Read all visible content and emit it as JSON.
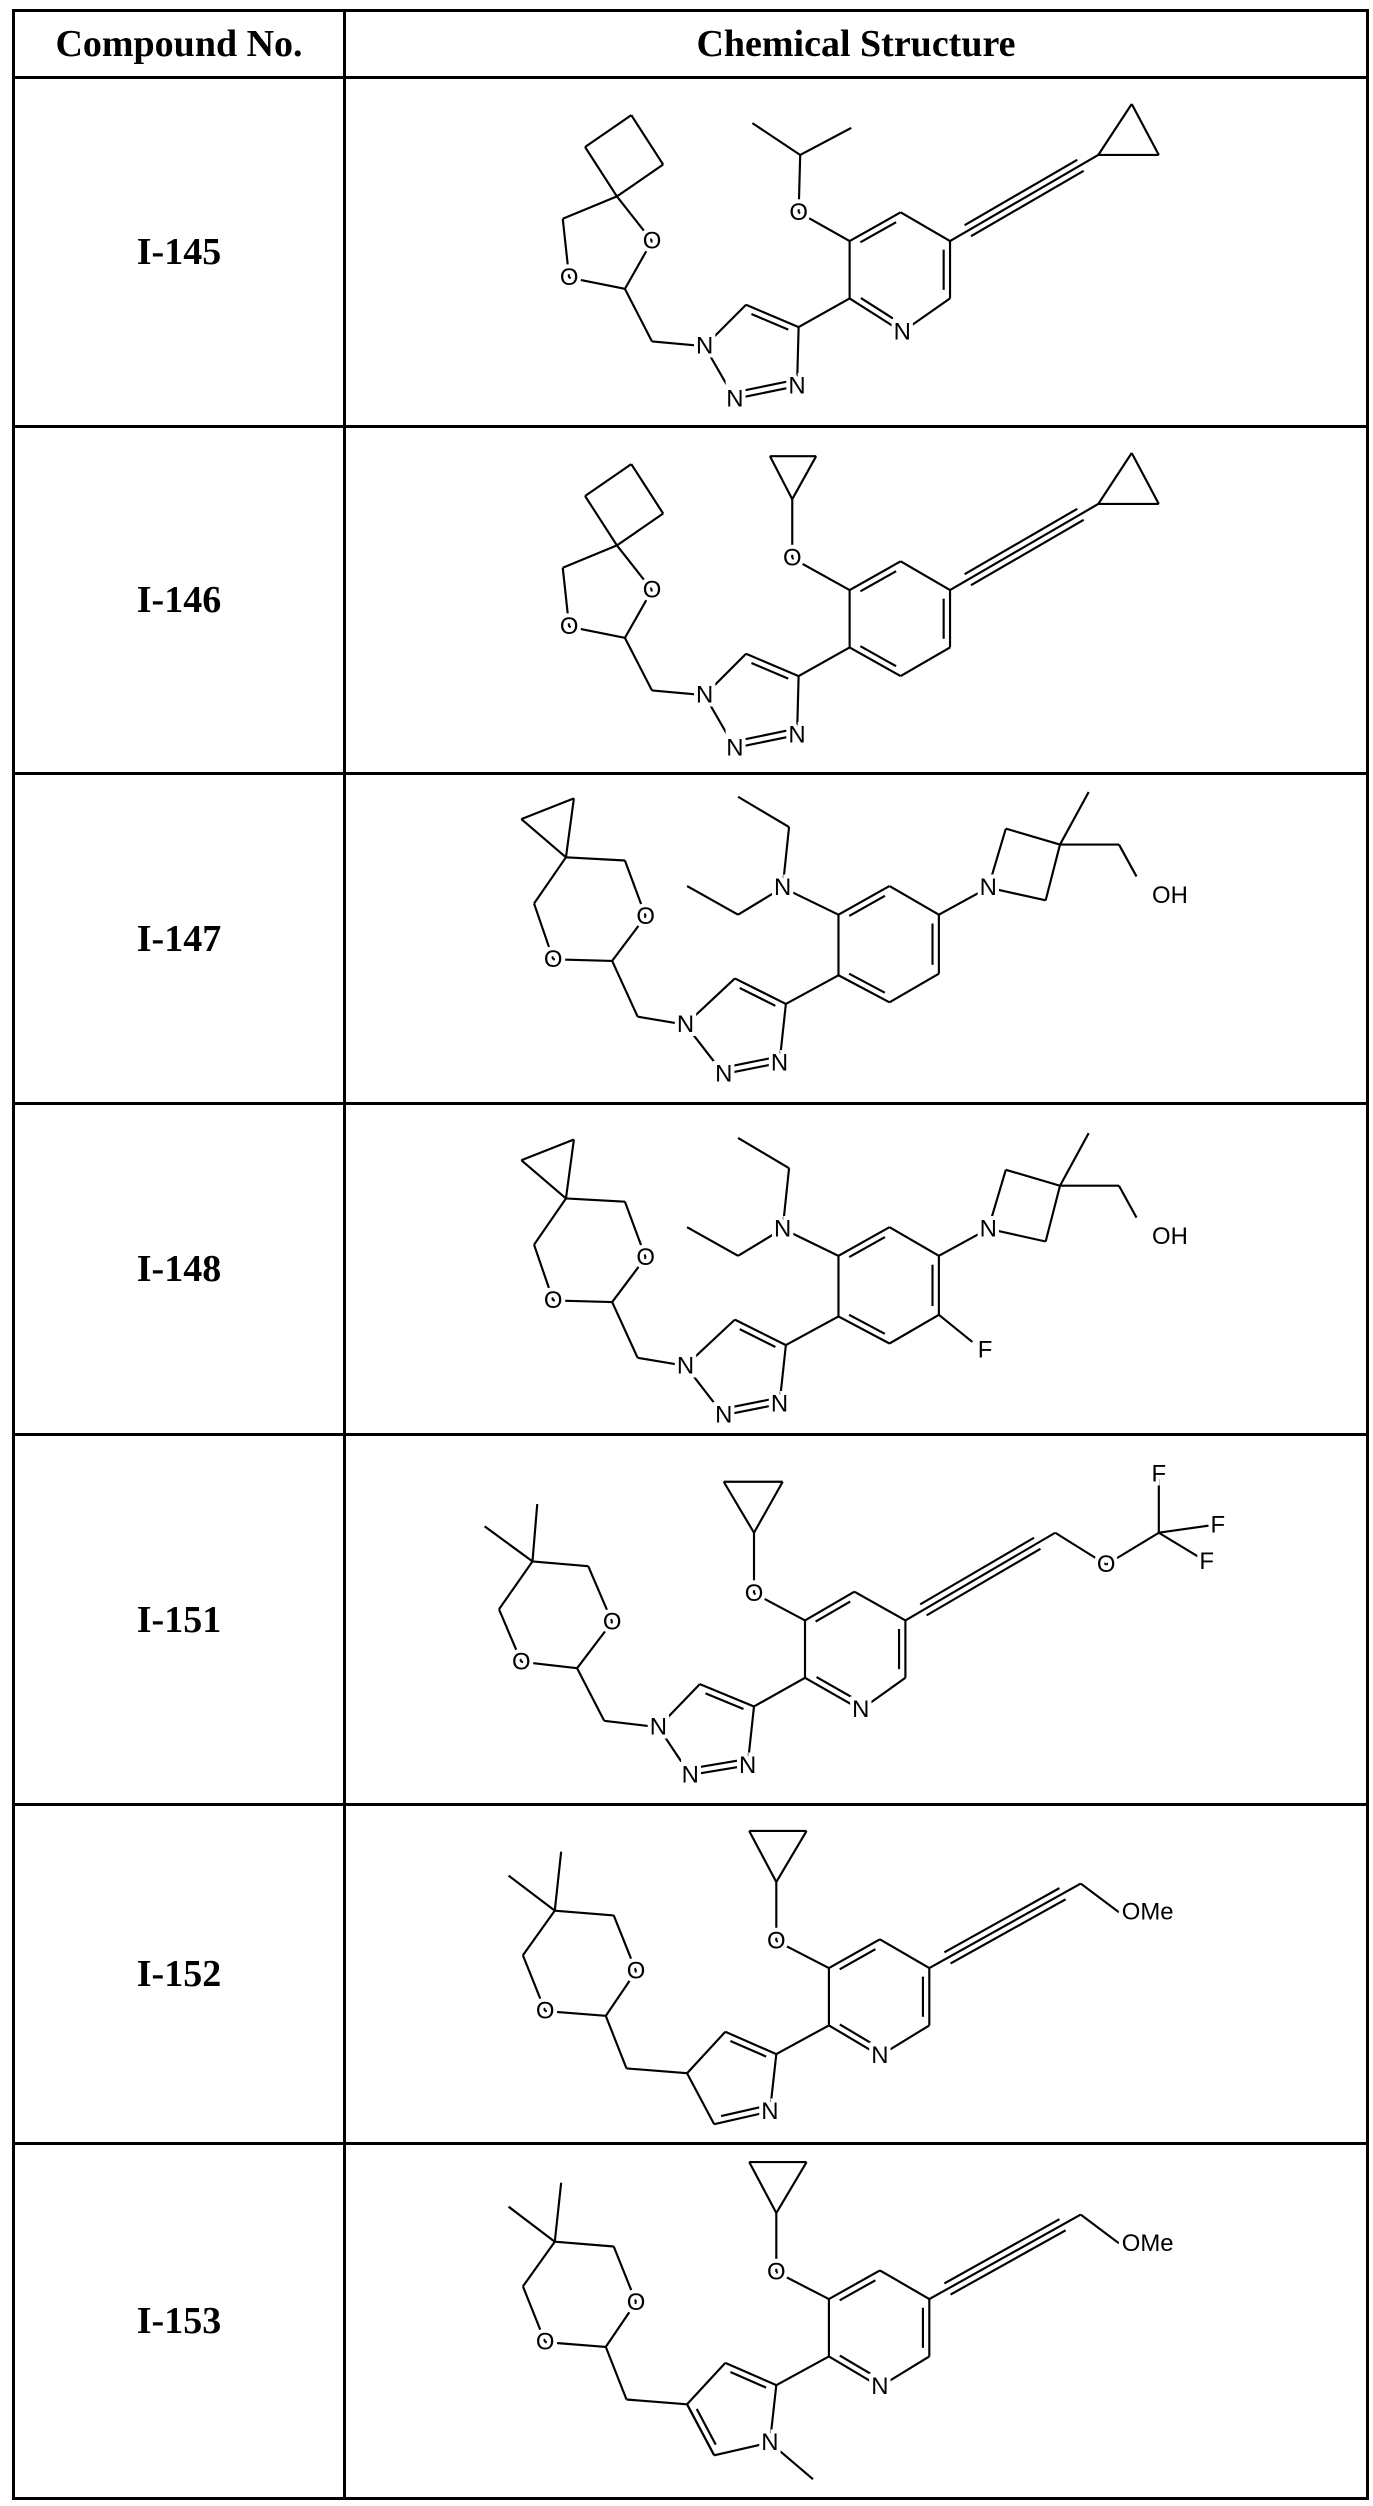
{
  "table": {
    "headers": [
      "Compound No.",
      "Chemical Structure"
    ],
    "rows": [
      {
        "compound": "I-145",
        "structure_labels": [
          "O",
          "O",
          "N",
          "N",
          "N",
          "N",
          "O"
        ]
      },
      {
        "compound": "I-146",
        "structure_labels": [
          "O",
          "O",
          "N",
          "N",
          "N",
          "O"
        ]
      },
      {
        "compound": "I-147",
        "structure_labels": [
          "O",
          "O",
          "N",
          "N",
          "N",
          "N",
          "N",
          "OH"
        ]
      },
      {
        "compound": "I-148",
        "structure_labels": [
          "O",
          "O",
          "N",
          "N",
          "N",
          "N",
          "N",
          "OH",
          "F"
        ]
      },
      {
        "compound": "I-151",
        "structure_labels": [
          "O",
          "O",
          "N",
          "N",
          "N",
          "N",
          "O",
          "O",
          "F",
          "F",
          "F"
        ]
      },
      {
        "compound": "I-152",
        "structure_labels": [
          "O",
          "O",
          "N",
          "N",
          "O",
          "OMe"
        ]
      },
      {
        "compound": "I-153",
        "structure_labels": [
          "O",
          "O",
          "N",
          "N",
          "O",
          "OMe"
        ]
      }
    ]
  }
}
